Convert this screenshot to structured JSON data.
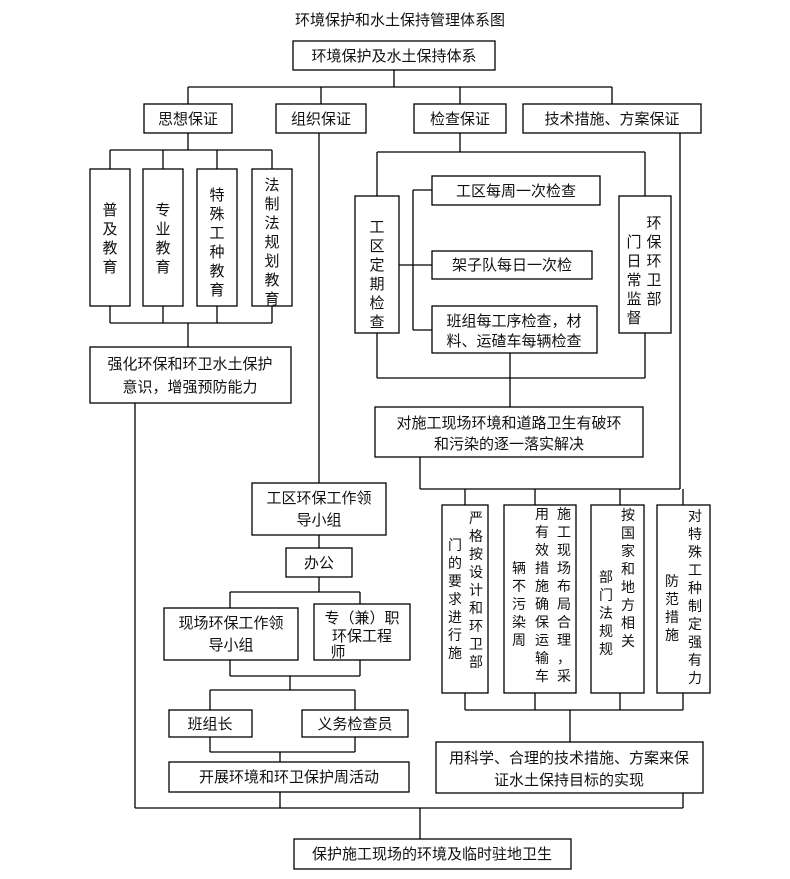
{
  "title": "环境保护和水土保持管理体系图",
  "root": "环境保护及水土保持体系",
  "branches": {
    "thought": "思想保证",
    "organization": "组织保证",
    "inspection": "检查保证",
    "technical": "技术措施、方案保证"
  },
  "education": [
    "普及教育",
    "专业教育",
    "特殊工种教育",
    "法制法规划教育"
  ],
  "strengthen": [
    "强化环保和环卫水土保护",
    "意识，增强预防能力"
  ],
  "inspection": {
    "regular": "工区定期检查",
    "weekly": "工区每周一次检查",
    "daily": "架子队每日一次检",
    "process": [
      "班组每工序检查，材",
      "料、运碴车每辆检查"
    ],
    "sanitation": "环保环卫部门日常监督"
  },
  "resolve": [
    "对施工现场环境和道路卫生有破环",
    "和污染的逐一落实解决"
  ],
  "organization": {
    "leader_group": [
      "工区环保工作领",
      "导小组"
    ],
    "office": "办公",
    "site_group": [
      "现场环保工作领",
      "导小组"
    ],
    "engineer": [
      "专（兼）职",
      "环保工程",
      "师"
    ],
    "team_leader": "班组长",
    "inspector": "义务检查员",
    "activity": "开展环境和环卫保护周活动"
  },
  "measures": [
    "严格按设计和环卫部门的要求进行施工",
    "施工现场布局合理，采用有效措施确保运输车辆不污染周边卫生",
    "按国家和地方相关部门法规规定办事",
    "对特殊工种制定强有力防范措施"
  ],
  "science": [
    "用科学、合理的技术措施、方案来保",
    "证水土保持目标的实现"
  ],
  "final": "保护施工现场的环境及临时驻地卫生"
}
